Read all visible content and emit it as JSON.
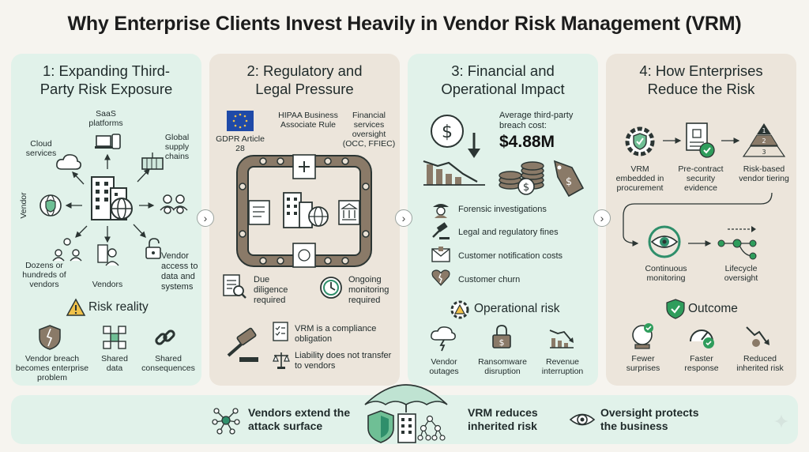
{
  "title": "Why Enterprise Clients Invest Heavily in Vendor Risk Management (VRM)",
  "panel1": {
    "title": "1: Expanding Third-Party Risk Exposure",
    "center_label": "Vendor",
    "nodes": {
      "saas": "SaaS platforms",
      "cloud": "Cloud services",
      "global": "Global supply chains",
      "dozens": "Dozens or hundreds of vendors",
      "vendors": "Vendors",
      "access": "Vendor access to data and systems"
    },
    "risk_title": "Risk reality",
    "risks": [
      "Vendor breach becomes enterprise problem",
      "Shared data",
      "Shared consequences"
    ]
  },
  "panel2": {
    "title": "2: Regulatory and Legal Pressure",
    "gdpr": "GDPR Article 28",
    "hipaa": "HIPAA Business Associate Rule",
    "financial": "Financial services oversight (OCC, FFIEC)",
    "due": "Due diligence required",
    "ongoing": "Ongoing monitoring required",
    "compliance": "VRM is a compliance obligation",
    "liability": "Liability does not transfer to vendors"
  },
  "panel3": {
    "title": "3: Financial and Operational Impact",
    "avg_label": "Average third-party breach cost:",
    "avg_value": "$4.88M",
    "costs": [
      "Forensic investigations",
      "Legal and regulatory fines",
      "Customer notification costs",
      "Customer churn"
    ],
    "op_title": "Operational risk",
    "ops": [
      "Vendor outages",
      "Ransomware disruption",
      "Revenue interruption"
    ]
  },
  "panel4": {
    "title": "4: How Enterprises Reduce the Risk",
    "steps": [
      "VRM embedded in procurement",
      "Pre-contract security evidence",
      "Risk-based vendor tiering",
      "Continuous monitoring",
      "Lifecycle oversight"
    ],
    "tiers": [
      "1",
      "2",
      "3"
    ],
    "outcome_title": "Outcome",
    "outcomes": [
      "Fewer surprises",
      "Faster response",
      "Reduced inherited risk"
    ]
  },
  "bottom": {
    "items": [
      "Vendors extend the attack surface",
      "VRM reduces inherited risk",
      "Oversight protects the business"
    ]
  },
  "colors": {
    "teal": "#2f8f6b",
    "dark": "#2b3533",
    "brown": "#8a7a68",
    "green_check": "#2f9d5c"
  }
}
